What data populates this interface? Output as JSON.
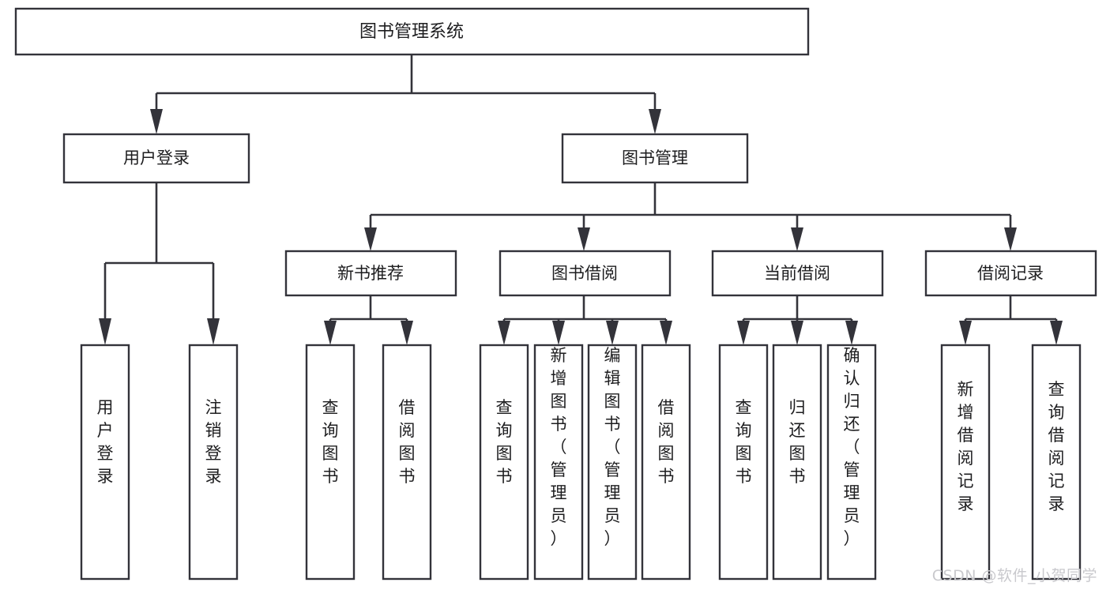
{
  "diagram": {
    "type": "tree-hierarchy",
    "title": "图书管理系统",
    "watermark": "CSDN @软件_小贺同学",
    "colors": {
      "stroke": "#33333a",
      "fill": "#ffffff",
      "text": "#1d1d1f",
      "watermark": "#c9c9cd"
    },
    "levels": {
      "root": {
        "label": "图书管理系统"
      },
      "level2": [
        {
          "label": "用户登录"
        },
        {
          "label": "图书管理"
        }
      ],
      "level3": [
        {
          "label": "新书推荐"
        },
        {
          "label": "图书借阅"
        },
        {
          "label": "当前借阅"
        },
        {
          "label": "借阅记录"
        }
      ]
    },
    "leaves": {
      "user_login": [
        {
          "label": "用户登录"
        },
        {
          "label": "注销登录"
        }
      ],
      "new_book_recommend": [
        {
          "label": "查询图书"
        },
        {
          "label": "借阅图书"
        }
      ],
      "book_borrow": [
        {
          "label": "查询图书"
        },
        {
          "label": "新增图书（管理员）"
        },
        {
          "label": "编辑图书（管理员）"
        },
        {
          "label": "借阅图书"
        }
      ],
      "current_borrow": [
        {
          "label": "查询图书"
        },
        {
          "label": "归还图书"
        },
        {
          "label": "确认归还（管理员）"
        }
      ],
      "borrow_records": [
        {
          "label": "新增借阅记录"
        },
        {
          "label": "查询借阅记录"
        }
      ]
    }
  }
}
